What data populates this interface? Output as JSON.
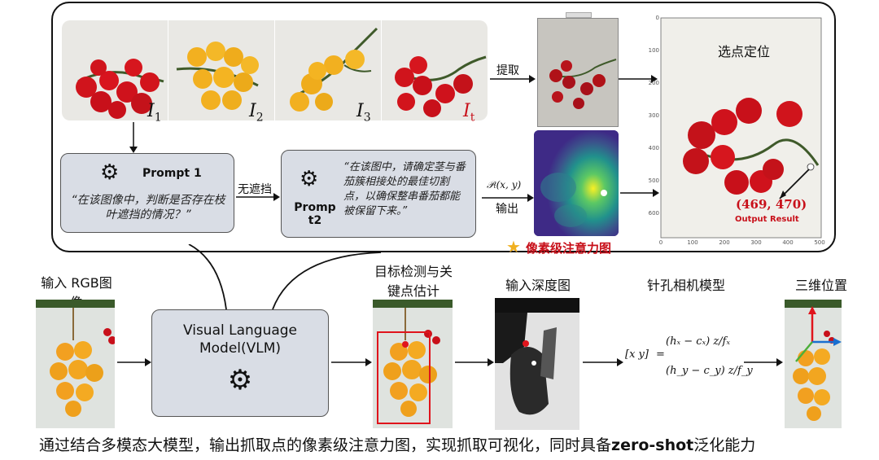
{
  "top": {
    "image_labels": {
      "i1": "I",
      "i1_sub": "1",
      "i2": "I",
      "i2_sub": "2",
      "i3": "I",
      "i3_sub": "3",
      "it": "I",
      "it_sub": "t"
    },
    "arrow_extract": "提取",
    "select_point_title": "选点定位",
    "prompt1": {
      "title": "Prompt 1",
      "text": "“在该图像中，判断是否存在枝叶遮挡的情况？”"
    },
    "no_occlusion": "无遮挡",
    "prompt2": {
      "title": "Promp t2",
      "text": "“在该图中，请确定茎与番茄簇相接处的最佳切割点，以确保整串番茄都能被保留下来。”"
    },
    "pt_formula": "𝒫ₜ(x, y)",
    "output_label": "输出",
    "attention_label": "像素级注意力图",
    "coord": "(469, 470)",
    "output_result": "Output Result",
    "plot_x_ticks": [
      "0",
      "100",
      "200",
      "300",
      "400",
      "500"
    ],
    "plot_y_ticks": [
      "0",
      "100",
      "200",
      "300",
      "400",
      "500",
      "600"
    ]
  },
  "bottom": {
    "rgb_input": "输入 RGB图像",
    "vlm_title": "Visual Language Model(VLM)",
    "detect": "目标检测与关键点估计",
    "depth": "输入深度图",
    "pinhole": "针孔相机模型",
    "pos3d": "三维位置",
    "eq_lhs": "[x y]",
    "eq_row1": "(hₓ − cₓ) z/fₓ",
    "eq_row2": "(h_y − c_y) z/f_y"
  },
  "caption": {
    "pre": "通过结合多模态大模型，输出抓取点的像素级注意力图，实现抓取可视化，同时具备",
    "bold": "zero-shot",
    "post": "泛化能力"
  },
  "colors": {
    "tomato_red": "#d0141c",
    "tomato_yellow": "#f2b020",
    "stem": "#3f5a2a",
    "plot_bg": "#f0efea",
    "card_bg": "#d9dde5"
  }
}
